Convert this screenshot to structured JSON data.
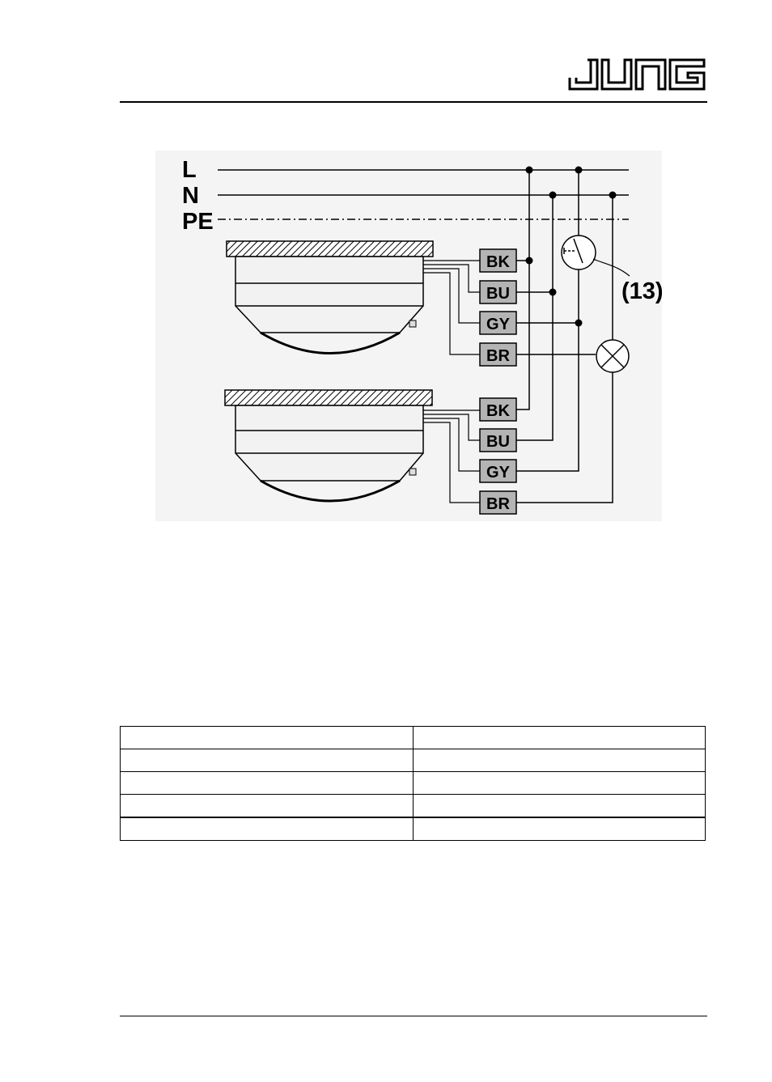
{
  "header": {
    "logo_text": "JUNG"
  },
  "diagram": {
    "mains_labels": [
      "L",
      "N",
      "PE"
    ],
    "detector_1_terminals": [
      "BK",
      "BU",
      "GY",
      "BR"
    ],
    "detector_2_terminals": [
      "BK",
      "BU",
      "GY",
      "BR"
    ],
    "callout": "(13)",
    "symbols": [
      "pushbutton-icon",
      "lamp-icon"
    ]
  },
  "table": {
    "rows": [
      [
        "",
        ""
      ],
      [
        "",
        ""
      ],
      [
        "",
        ""
      ],
      [
        "",
        ""
      ],
      [
        "",
        ""
      ]
    ]
  },
  "colors": {
    "diagram_background": "#f4f4f4",
    "terminal_fill": "#b4b4b4",
    "housing_fill": "#f2f2f2"
  }
}
